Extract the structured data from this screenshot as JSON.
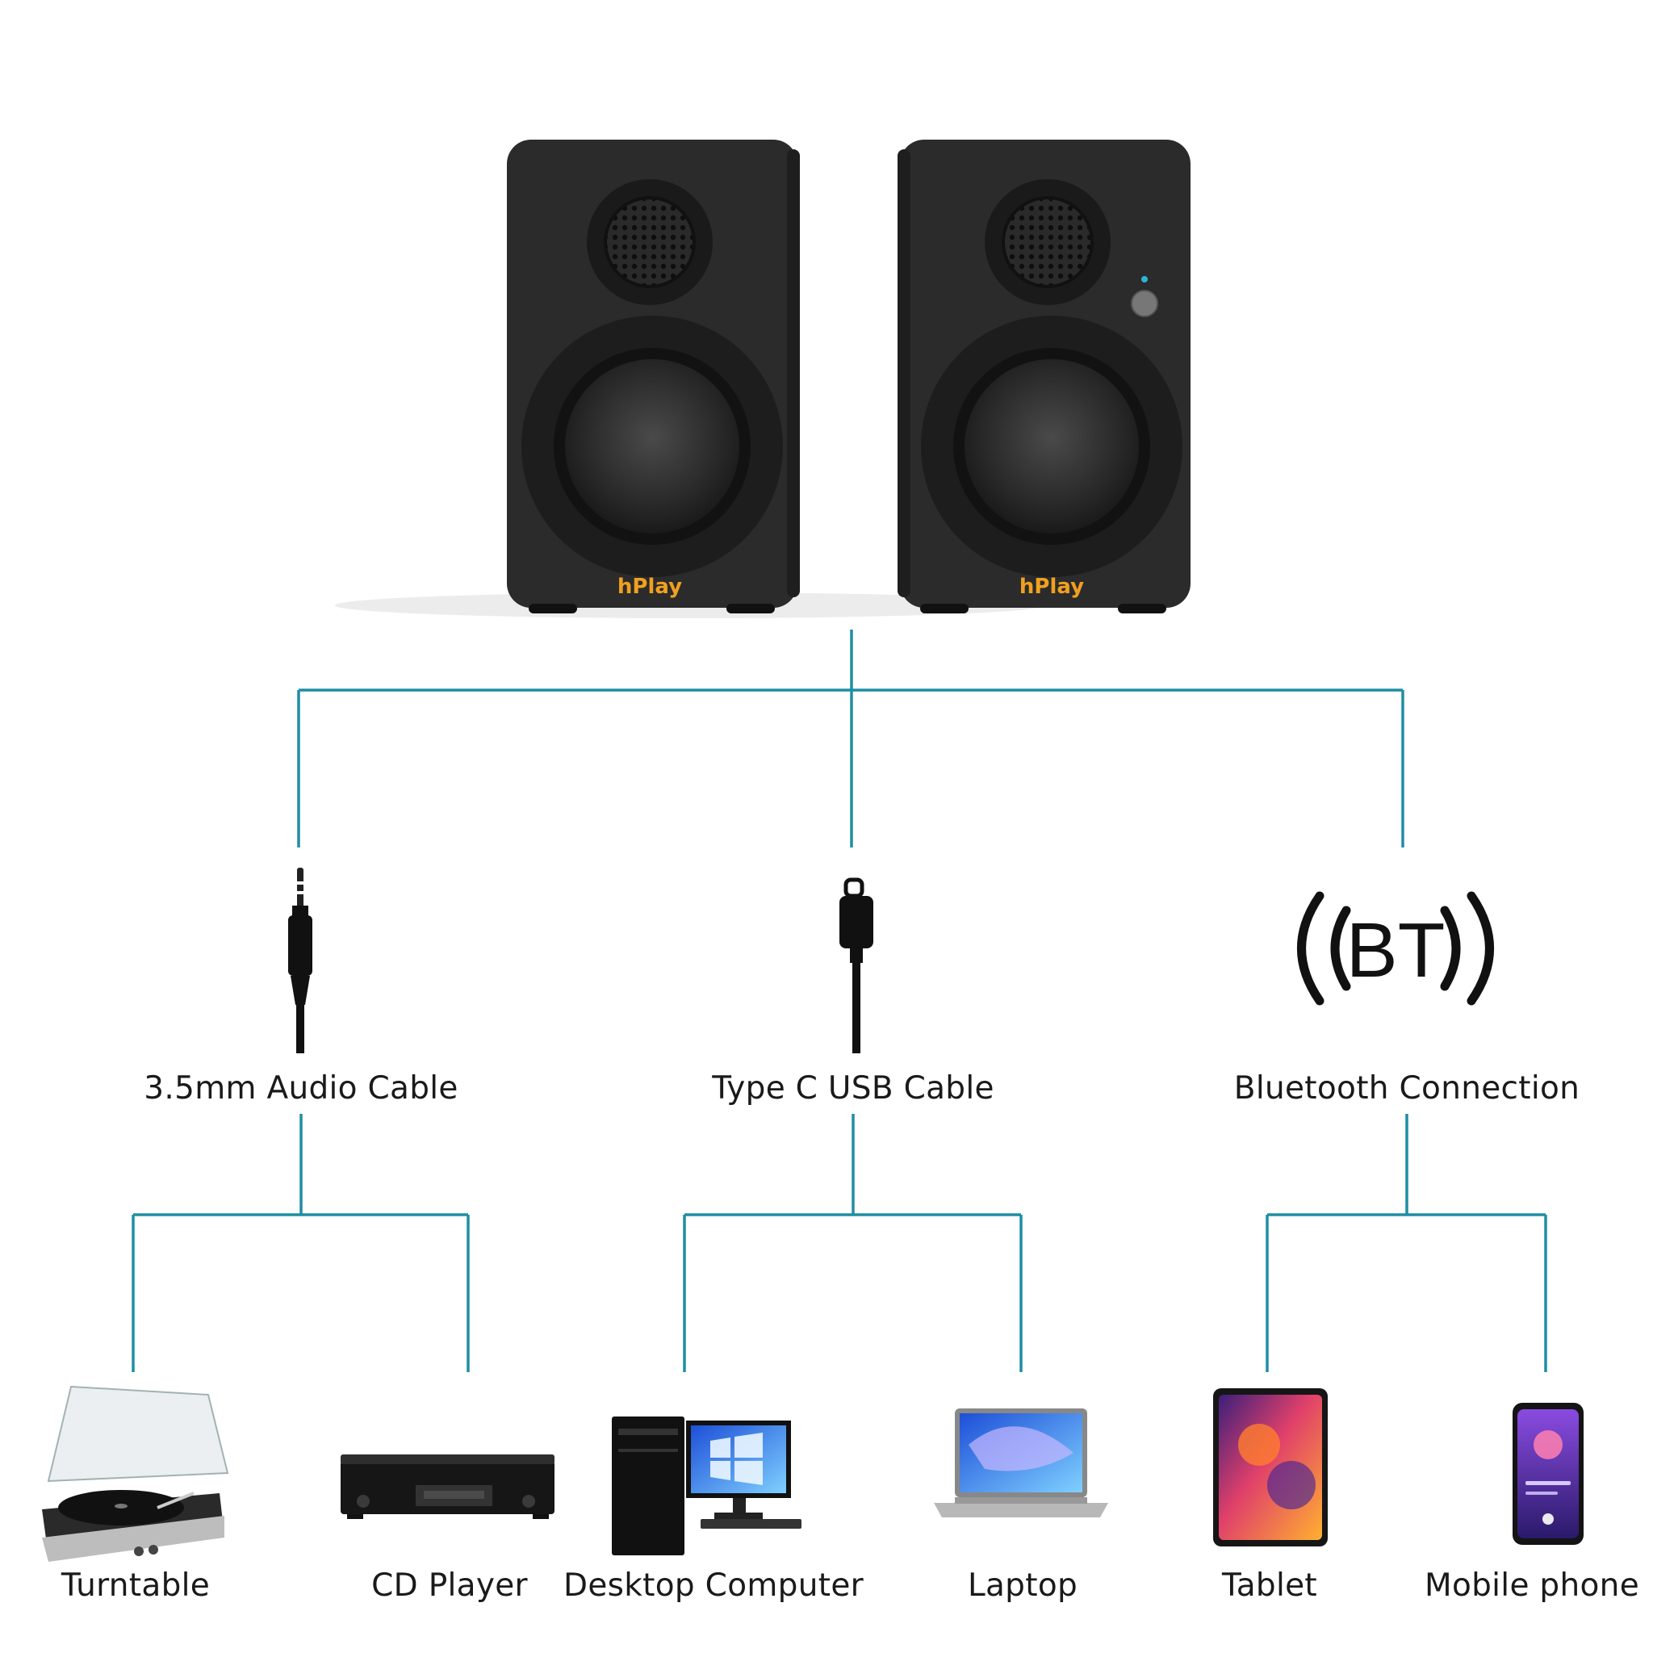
{
  "colors": {
    "connector": "#1f8ea3",
    "speaker_body": "#2c2c2c",
    "brand": "#f0a020",
    "indicator": "#29b6d6"
  },
  "speakers": {
    "brand_left": "hPlay",
    "brand_right": "hPlay"
  },
  "connections": [
    {
      "label": "3.5mm Audio Cable",
      "icon": "aux-jack-icon"
    },
    {
      "label": "Type C USB Cable",
      "icon": "usb-c-icon"
    },
    {
      "label": "Bluetooth Connection",
      "icon": "bluetooth-icon",
      "icon_text": "BT"
    }
  ],
  "devices": [
    {
      "label": "Turntable",
      "icon": "turntable-icon"
    },
    {
      "label": "CD Player",
      "icon": "cd-player-icon"
    },
    {
      "label": "Desktop Computer",
      "icon": "desktop-computer-icon"
    },
    {
      "label": "Laptop",
      "icon": "laptop-icon"
    },
    {
      "label": "Tablet",
      "icon": "tablet-icon"
    },
    {
      "label": "Mobile phone",
      "icon": "mobile-phone-icon"
    }
  ]
}
